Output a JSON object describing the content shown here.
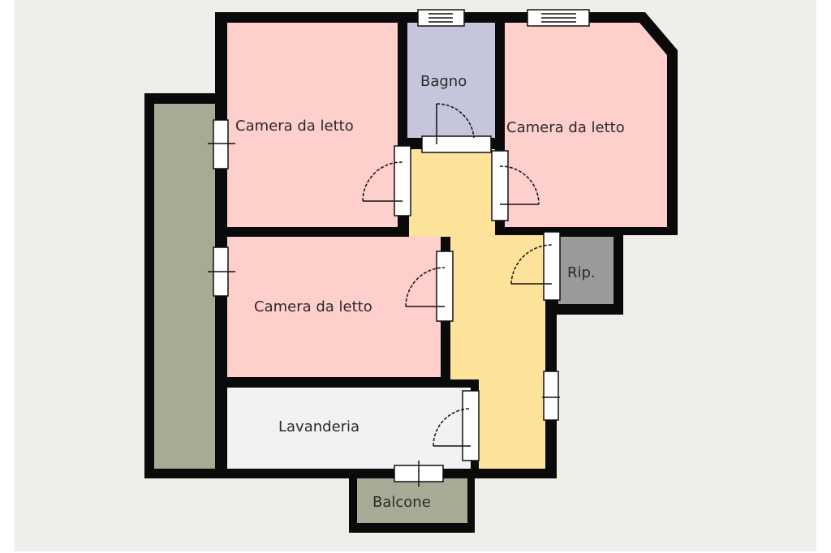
{
  "rooms": {
    "bedroom_1": "Camera da letto",
    "bathroom": "Bagno",
    "bedroom_2": "Camera da letto",
    "bedroom_3": "Camera da letto",
    "storage": "Rip.",
    "laundry": "Lavanderia",
    "balcony": "Balcone"
  },
  "colors": {
    "background": "#efeeea",
    "wall": "#0a0a0a",
    "bedroom": "#ffcfcc",
    "bathroom": "#c5c5dc",
    "corridor": "#fde39a",
    "storage": "#9a9a9a",
    "laundry": "#f2f2f2",
    "balcony": "#a8aa96"
  }
}
